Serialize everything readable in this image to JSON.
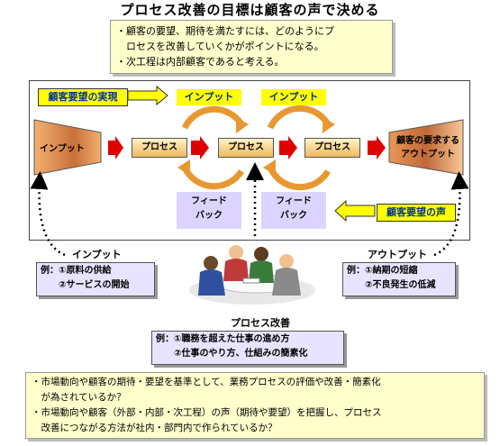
{
  "title": "プロセス改善の目標は顧客の声で決める",
  "top_note": [
    "・顧客の要望、期待を満たすには、どのようにプ",
    "　ロセスを改善していくかがポイントになる。",
    "・次工程は内部顧客であると考える。"
  ],
  "diagram": {
    "customer_request_label": "顧客要望の実現",
    "input_top_1": "インプット",
    "input_top_2": "インプット",
    "input_block": "インプット",
    "process_1": "プロセス",
    "process_2": "プロセス",
    "process_3": "プロセス",
    "output_block_line1": "顧客の要求する",
    "output_block_line2": "アウトプット",
    "feedback_1": [
      "フィード",
      "バック"
    ],
    "feedback_2": [
      "フィード",
      "バック"
    ],
    "customer_voice_label": "顧客要望の声"
  },
  "left_group": {
    "title": "インプット",
    "lines": [
      "例：①原料の供給",
      "　　②サービスの開始"
    ]
  },
  "right_group": {
    "title": "アウトプット",
    "lines": [
      "例：①納期の短縮",
      "　　②不良発生の低減"
    ]
  },
  "center_group": {
    "title": "プロセス改善",
    "lines": [
      "例：①職務を超えた仕事の進め方",
      "　　②仕事のやり方、仕組みの簡素化"
    ]
  },
  "bottom_note": [
    "・市場動向や顧客の期待・要望を基準として、業務プロセスの評価や改善・簡素化",
    "　が為されているか？",
    "・市場動向や顧客（外部・内部・次工程）の声（期待や要望）を把握し、プロセス",
    "　改善につながる方法が社内・部門内で作られているか？"
  ],
  "colors": {
    "yellow": "#ffff00",
    "orange": "#f0a030",
    "red_arrow": "#e00000",
    "lavender": "#dcd4ff",
    "note_bg": "#ffffcc"
  }
}
